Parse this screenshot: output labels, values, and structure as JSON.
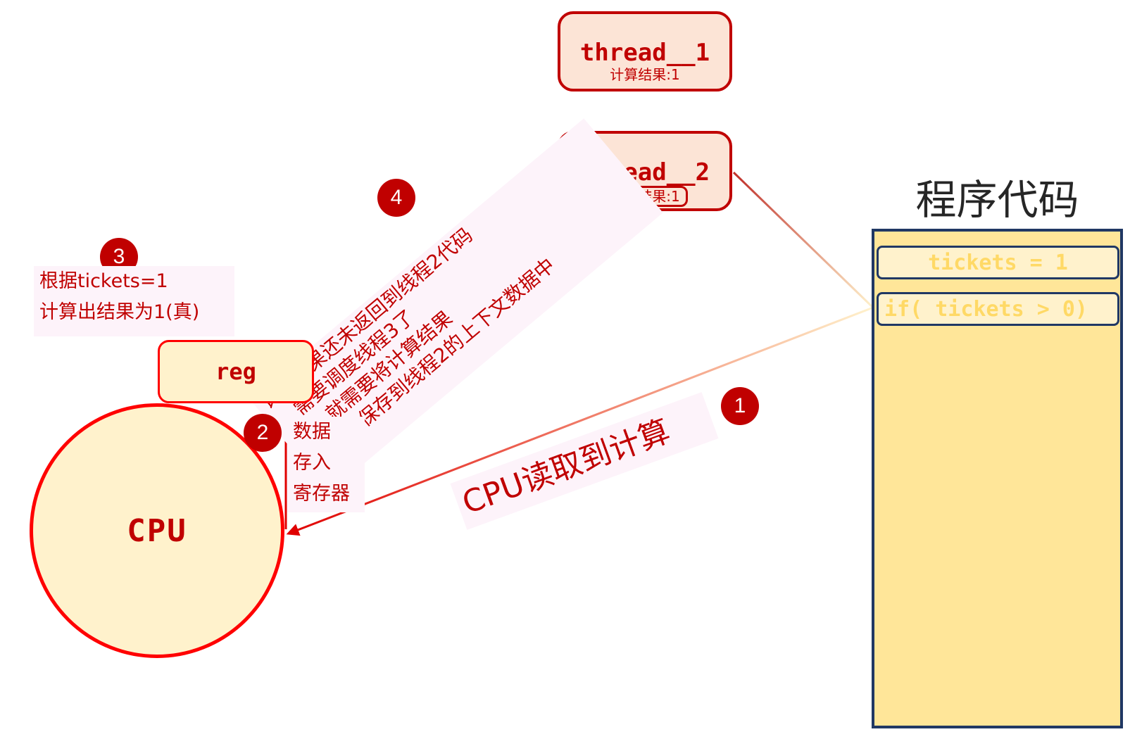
{
  "threads": {
    "thread1": {
      "name": "thread__1",
      "result": "计算结果:1"
    },
    "thread2": {
      "name": "thread__2",
      "result": "计算结果:1"
    }
  },
  "reg": {
    "label": "reg"
  },
  "cpu": {
    "label": "CPU"
  },
  "code_panel": {
    "title": "程序代码",
    "lines": [
      "tickets = 1",
      "if( tickets > 0)"
    ]
  },
  "steps": {
    "step1": {
      "number": "1",
      "text": "CPU读取到计算"
    },
    "step2": {
      "number": "2",
      "lines": [
        "数据",
        "存入",
        "寄存器"
      ]
    },
    "step3": {
      "number": "3",
      "lines": [
        "根据tickets=1",
        "计算出结果为1(真)"
      ]
    },
    "step4": {
      "number": "4",
      "lines": [
        "计算结果还未返回到线程2代码",
        "需要调度线程3了",
        "就需要将计算结果",
        "保存到线程2的上下文数据中"
      ]
    }
  },
  "colors": {
    "accent_red": "#c00000",
    "bright_red": "#ff0000",
    "box_fill": "#fff2cc",
    "thread_fill": "#fce4d6",
    "code_fill": "#ffe699",
    "code_border": "#203864"
  }
}
